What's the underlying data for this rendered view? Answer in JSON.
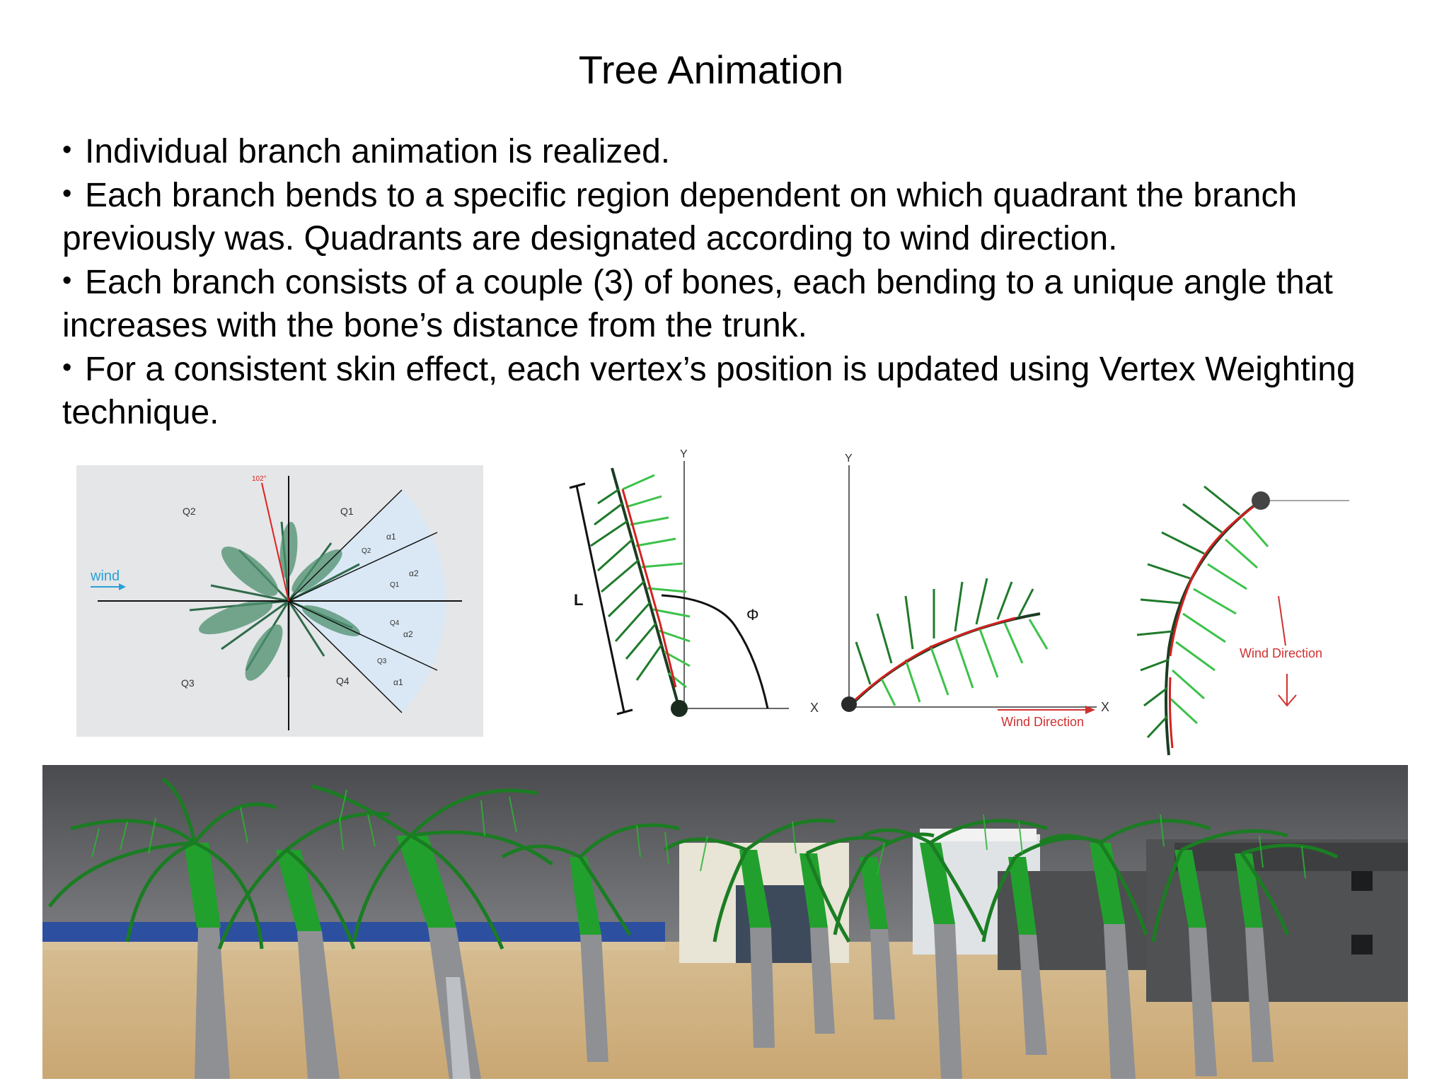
{
  "slide": {
    "title": "Tree Animation",
    "bullets": [
      "Individual branch animation is realized.",
      "Each branch bends to a specific region dependent on which quadrant the branch previously was. Quadrants are designated according to wind direction.",
      "Each branch consists of a couple (3) of bones, each bending to a unique angle that increases with the bone’s distance from the trunk.",
      "For a consistent skin effect, each vertex’s position is updated using Vertex Weighting technique."
    ],
    "bullet_glyph": "•"
  },
  "figure_quadrants": {
    "angle_label": "102°",
    "wind_label": "wind",
    "quadrant_labels": [
      "Q1",
      "Q2",
      "Q3",
      "Q4"
    ],
    "region_labels": [
      "Q2",
      "Q1",
      "Q4",
      "Q3"
    ],
    "alpha_labels": [
      "α1",
      "α2",
      "α2",
      "α1"
    ],
    "colors": {
      "background": "#e4e6e8",
      "wind": "#2a9fd6",
      "angle_line": "#e02020",
      "region": "#d8e8f6"
    }
  },
  "figure_bend": {
    "axis_y": "Y",
    "axis_x": "X",
    "length_label": "L",
    "angle_label": "Φ"
  },
  "figure_horizontal": {
    "axis_y": "Y",
    "axis_x": "X",
    "wind_label": "Wind Direction",
    "colors": {
      "wind": "#d03030"
    }
  },
  "figure_vertical": {
    "wind_label": "Wind Direction",
    "colors": {
      "wind": "#d03030"
    }
  },
  "scene": {
    "colors": {
      "sky": "#5f6063",
      "sand": "#d8be92",
      "sea": "#2d4fa0",
      "leaves": "#1f9a2a",
      "trunk": "#8e9094"
    }
  }
}
